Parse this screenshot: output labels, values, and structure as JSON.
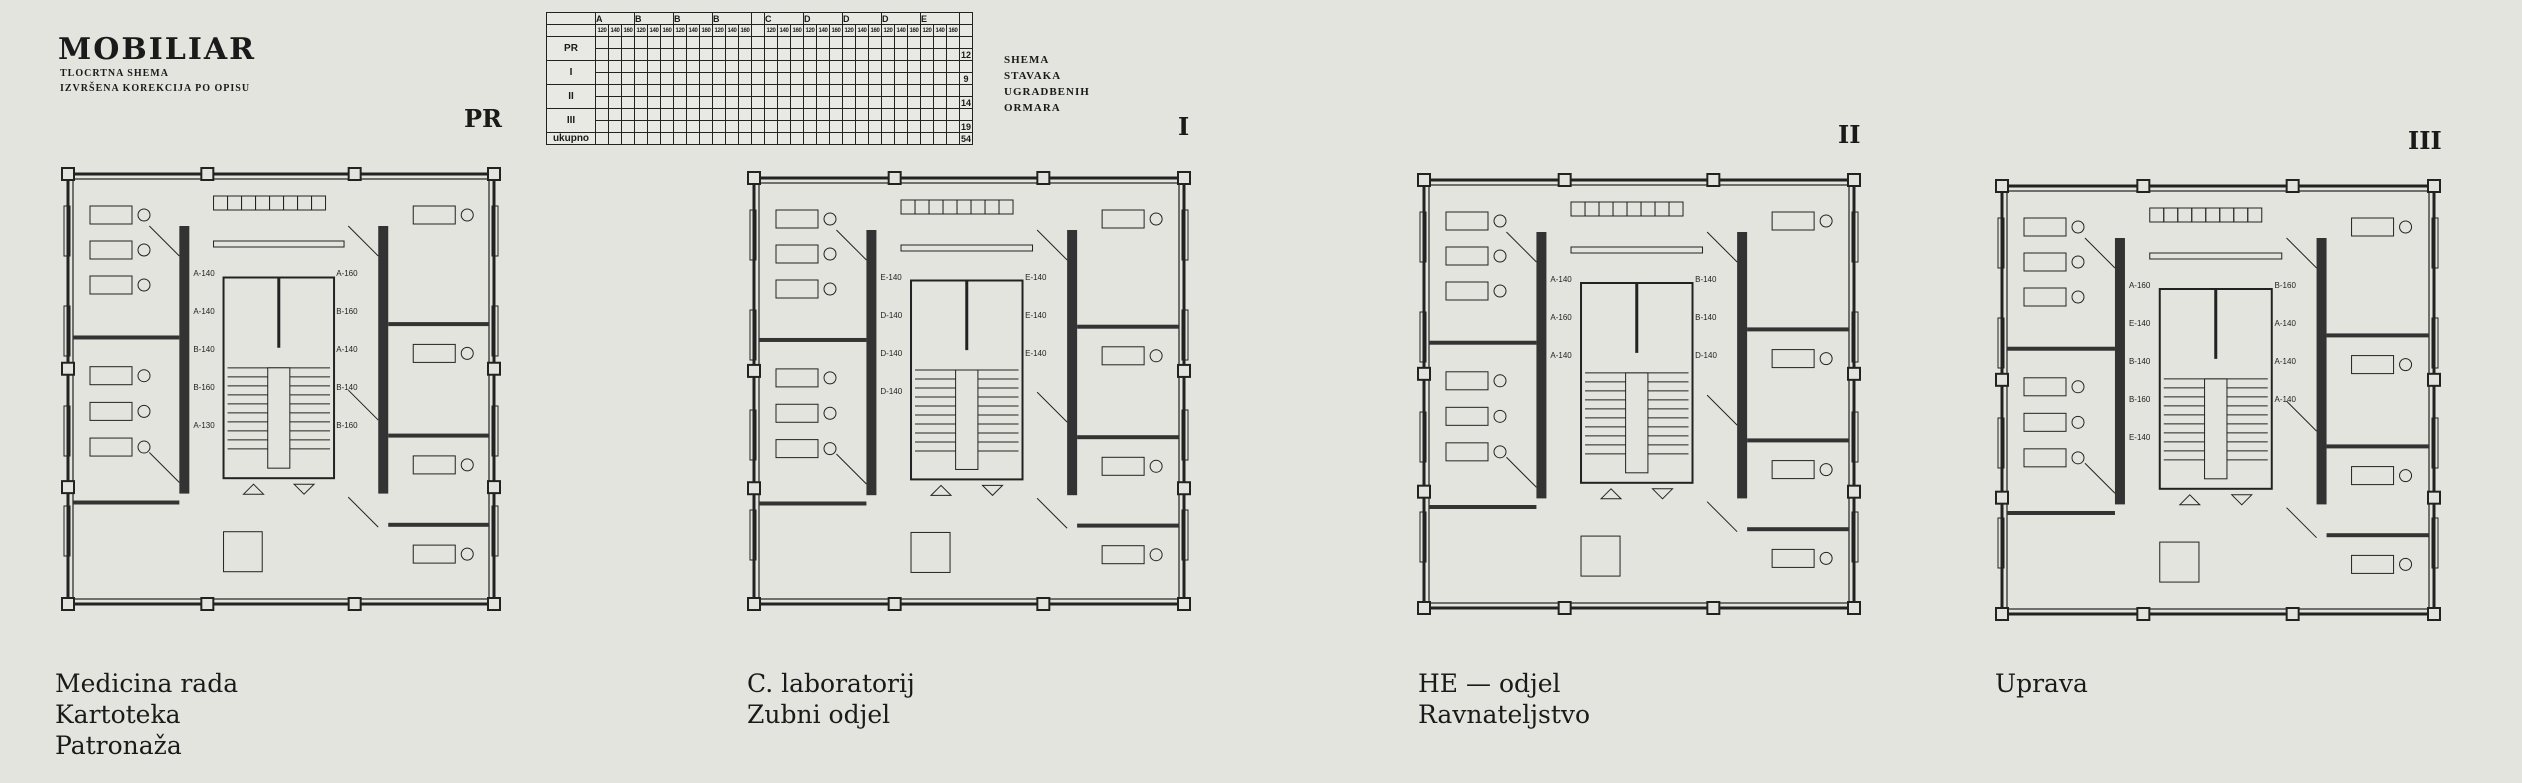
{
  "header": {
    "title": "MOBILIAR",
    "subtitle_1": "TLOCRTNA SHEMA",
    "subtitle_2": "IZVRŠENA KOREKCIJA PO OPISU"
  },
  "schedule_table": {
    "column_groups": [
      "A",
      "B",
      "B",
      "B",
      "C",
      "D",
      "D",
      "D",
      "E"
    ],
    "sizes": [
      "120",
      "140",
      "160"
    ],
    "rows": [
      {
        "label": "PR",
        "total": "12"
      },
      {
        "label": "I",
        "total": "9"
      },
      {
        "label": "II",
        "total": "14"
      },
      {
        "label": "III",
        "total": "19"
      },
      {
        "label": "ukupno",
        "total": "54"
      }
    ]
  },
  "legend": {
    "line_1": "SHEMA",
    "line_2": "STAVAKA",
    "line_3": "UGRADBENIH",
    "line_4": "ORMARA"
  },
  "floors": [
    {
      "level": "PR",
      "captions": [
        "Medicina rada",
        "Kartoteka",
        "Patronaža"
      ],
      "cabinet_labels": [
        "A-140",
        "A-160",
        "A-140",
        "B-160",
        "B-140",
        "A-140",
        "B-160",
        "B-140",
        "A-130",
        "B-160"
      ]
    },
    {
      "level": "I",
      "captions": [
        "C. laboratorij",
        "Zubni odjel"
      ],
      "cabinet_labels": [
        "E-140",
        "E-140",
        "D-140",
        "E-140",
        "D-140",
        "E-140",
        "D-140"
      ]
    },
    {
      "level": "II",
      "captions": [
        "HE — odjel",
        "Ravnateljstvo"
      ],
      "cabinet_labels": [
        "A-140",
        "B-140",
        "A-160",
        "B-140",
        "A-140",
        "D-140"
      ]
    },
    {
      "level": "III",
      "captions": [
        "Uprava"
      ],
      "cabinet_labels": [
        "A-160",
        "B-160",
        "E-140",
        "A-140",
        "B-140",
        "A-140",
        "B-160",
        "A-140",
        "E-140"
      ]
    }
  ]
}
